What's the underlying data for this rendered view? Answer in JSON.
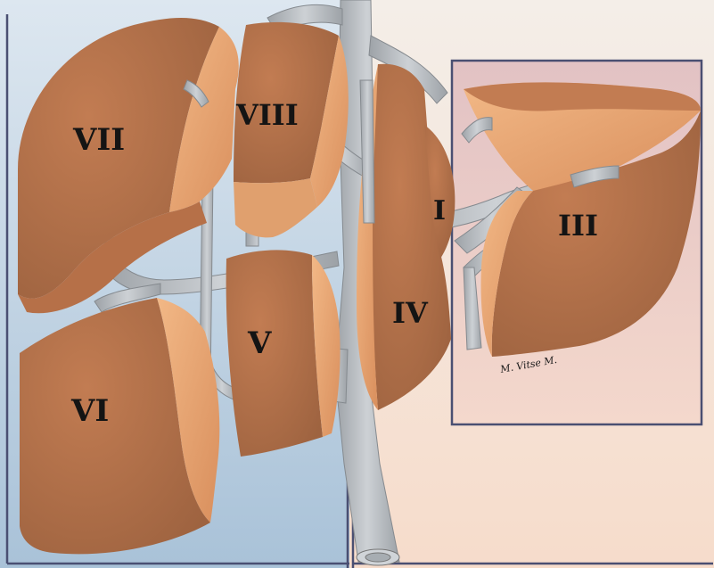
{
  "diagram": {
    "subject": "Couinaud liver segments (exploded view) with portal and hepatic vessels",
    "colors": {
      "right_panel_bg_top": "#dde7f0",
      "right_panel_bg_bottom": "#a9c2d8",
      "left_panel_bg_top": "#f4eee8",
      "left_panel_bg_bottom": "#f6dccb",
      "inset_bg": "#e7c9c5",
      "frame": "#4a4f72",
      "liver_dark": "#a86a43",
      "liver_mid": "#c88358",
      "liver_light": "#eba877",
      "vessel": "#b9bec3",
      "vessel_shade": "#8d9297"
    },
    "segments": [
      {
        "id": "VII",
        "label": "VII"
      },
      {
        "id": "VIII",
        "label": "VIII"
      },
      {
        "id": "VI",
        "label": "VI"
      },
      {
        "id": "V",
        "label": "V"
      },
      {
        "id": "I",
        "label": "I"
      },
      {
        "id": "IV",
        "label": "IV"
      },
      {
        "id": "III",
        "label": "III"
      }
    ],
    "signature": "M. Vitse M."
  }
}
